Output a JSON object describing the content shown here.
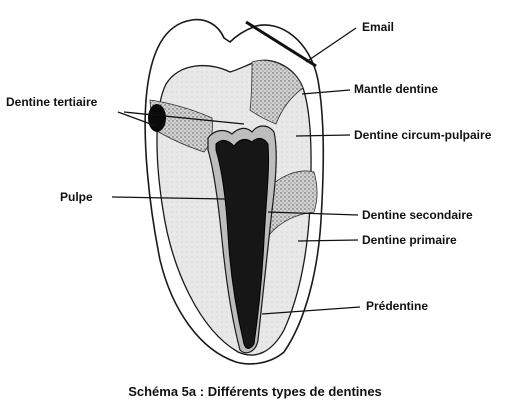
{
  "labels": {
    "email": "Email",
    "mantle_dentine": "Mantle dentine",
    "dentine_tertiaire": "Dentine tertiaire",
    "dentine_circum_pulpaire": "Dentine circum-pulpaire",
    "pulpe": "Pulpe",
    "dentine_secondaire": "Dentine secondaire",
    "dentine_primaire": "Dentine primaire",
    "predentine": "Prédentine"
  },
  "caption": "Schéma 5a : Différents types de dentines",
  "colors": {
    "outline": "#1a1a1a",
    "enamel": "#ffffff",
    "dentine": "#e6e6e6",
    "stipple": "#bdbdbd",
    "pulp": "#161616",
    "tertiary": "#0a0a0a"
  }
}
